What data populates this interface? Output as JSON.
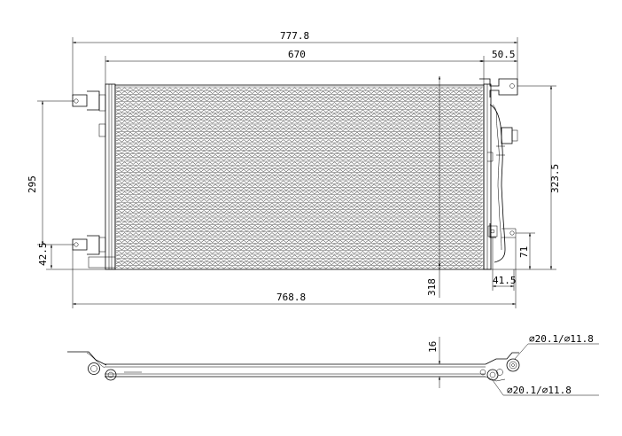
{
  "dimensions": {
    "overall_width": "777.8",
    "core_width": "670",
    "right_offset": "50.5",
    "left_height": "295",
    "right_height": "323.5",
    "bottom_left": "42.5",
    "bottom_right_height": "71",
    "bottom_right_width": "41.5",
    "core_depth_mark": "318",
    "bottom_width": "768.8",
    "thickness": "16",
    "port_upper": "⌀20.1/⌀11.8",
    "port_lower": "⌀20.1/⌀11.8"
  }
}
